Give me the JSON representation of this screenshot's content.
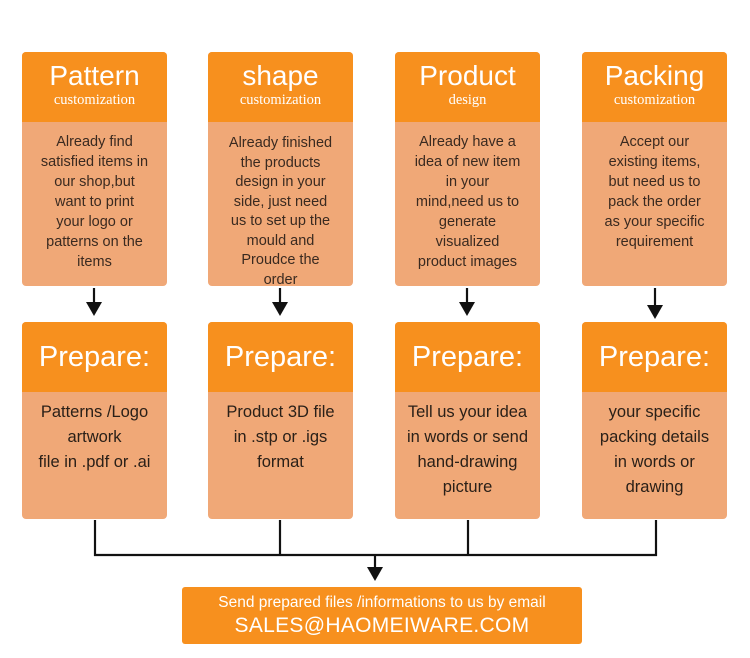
{
  "colors": {
    "header": "#f7901e",
    "body": "#f0a877",
    "line": "#111111"
  },
  "columns": [
    {
      "title": "Pattern",
      "subtitle": "customization",
      "description": [
        "Already find",
        "satisfied items in",
        "our shop,but",
        "want to print",
        "your logo or",
        "patterns on the",
        "items"
      ],
      "prepare_label": "Prepare:",
      "prepare_lines": [
        "Patterns /Logo",
        "artwork",
        "file in .pdf  or .ai"
      ]
    },
    {
      "title": "shape",
      "subtitle": "customization",
      "description": [
        "Already finished",
        "the products",
        "design in your",
        "side, just need",
        "us to set up the",
        "mould and",
        "Proudce the",
        "order"
      ],
      "prepare_label": "Prepare:",
      "prepare_lines": [
        "Product 3D file",
        "in .stp or .igs",
        "format"
      ]
    },
    {
      "title": "Product",
      "subtitle": "design",
      "description": [
        "Already have a",
        "idea of new item",
        "in your",
        "mind,need us to",
        "generate",
        "visualized",
        "product images"
      ],
      "prepare_label": "Prepare:",
      "prepare_lines": [
        "Tell us your idea",
        "in words or send",
        "hand-drawing",
        "picture"
      ]
    },
    {
      "title": "Packing",
      "subtitle": "customization",
      "description": [
        "Accept our",
        "existing items,",
        "but need us to",
        "pack the order",
        "as your specific",
        "requirement"
      ],
      "prepare_label": "Prepare:",
      "prepare_lines": [
        "your specific",
        "packing details",
        "in words or",
        "drawing"
      ]
    }
  ],
  "cta": {
    "line1": "Send prepared files /informations to us by email",
    "email": "SALES@HAOMEIWARE.COM"
  }
}
